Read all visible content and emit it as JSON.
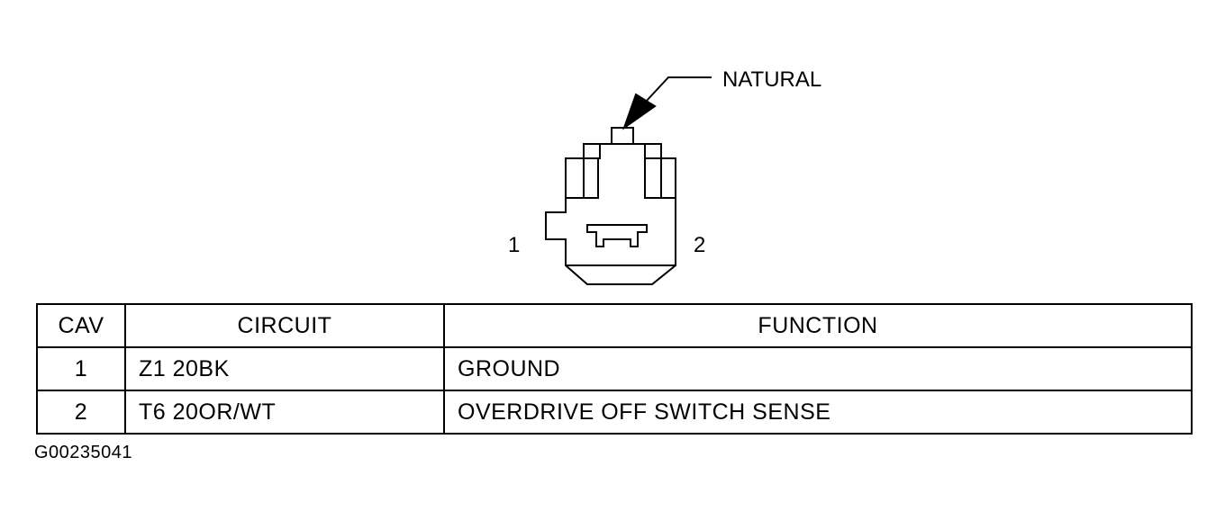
{
  "connector": {
    "color_label": "NATURAL",
    "pin_left": "1",
    "pin_right": "2"
  },
  "table": {
    "headers": {
      "cav": "CAV",
      "circuit": "CIRCUIT",
      "function": "FUNCTION"
    },
    "rows": [
      {
        "cav": "1",
        "circuit": "Z1 20BK",
        "function": "GROUND"
      },
      {
        "cav": "2",
        "circuit": "T6 20OR/WT",
        "function": "OVERDRIVE OFF SWITCH SENSE"
      }
    ]
  },
  "figure_id": "G00235041"
}
